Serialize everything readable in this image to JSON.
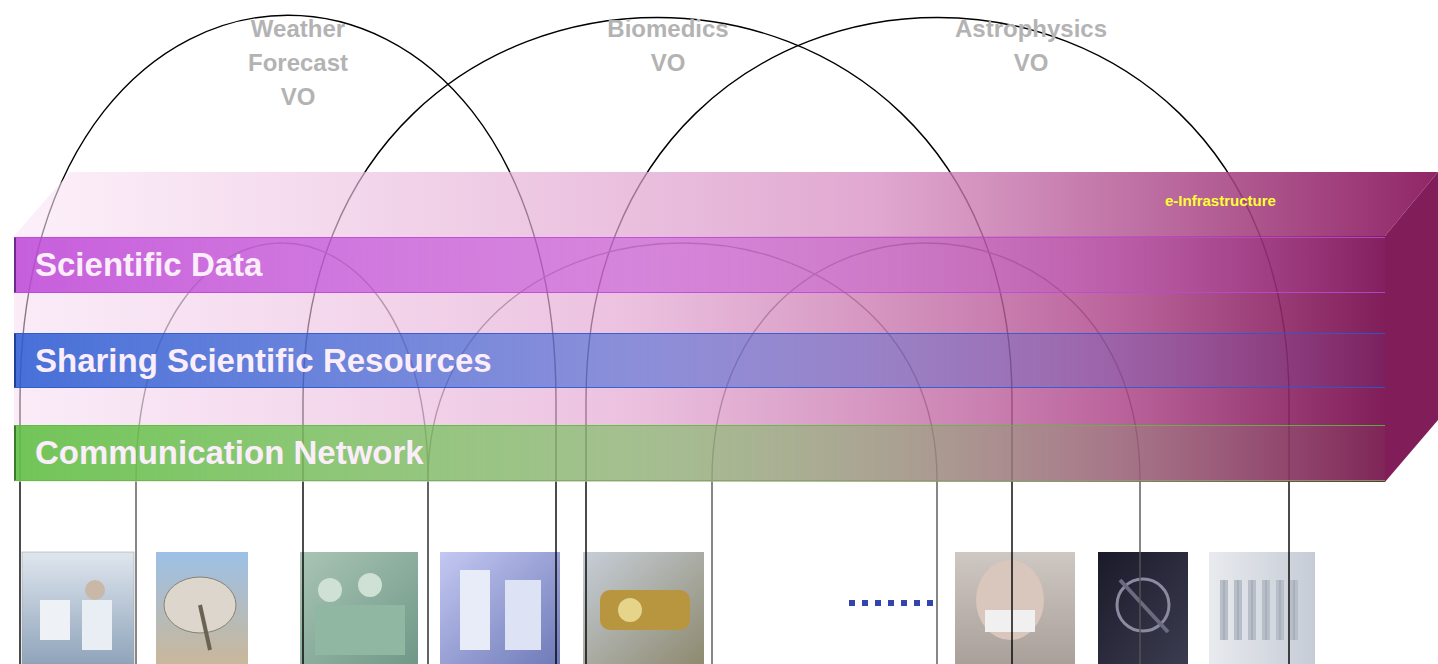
{
  "diagram": {
    "nodes": [
      {
        "text": [
          "e-Infrastructure"
        ]
      },
      {
        "text": [
          "Scientific Data"
        ],
        "in": 0
      },
      {
        "text": [
          "Sharing Scientific Resources"
        ],
        "in": 0
      },
      {
        "text": [
          "Communication Network"
        ],
        "in": 0
      }
    ],
    "edges": [],
    "labels": [
      "Weather Forecast VO",
      "Biomedics VO",
      "Astrophysics VO"
    ]
  }
}
